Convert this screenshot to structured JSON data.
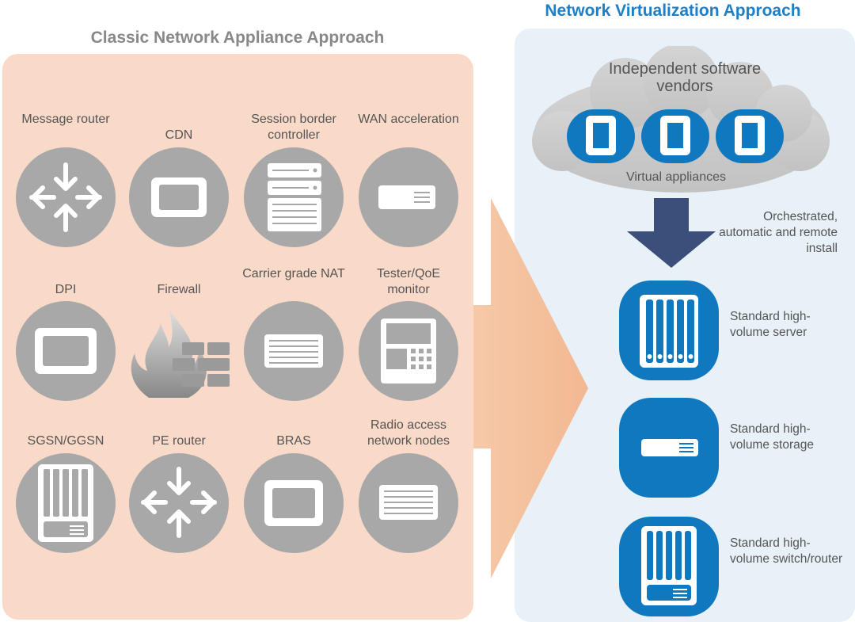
{
  "classic": {
    "title": "Classic Network Appliance Approach",
    "appliances": [
      {
        "label": "Message router",
        "icon": "router-arrows-icon"
      },
      {
        "label": "CDN",
        "icon": "box-icon"
      },
      {
        "label": "Session border controller",
        "icon": "stacked-server-icon"
      },
      {
        "label": "WAN acceleration",
        "icon": "small-server-icon"
      },
      {
        "label": "DPI",
        "icon": "box-icon"
      },
      {
        "label": "Firewall",
        "icon": "firewall-icon"
      },
      {
        "label": "Carrier grade NAT",
        "icon": "rack-unit-icon"
      },
      {
        "label": "Tester/QoE monitor",
        "icon": "tester-icon"
      },
      {
        "label": "SGSN/GGSN",
        "icon": "blade-server-icon"
      },
      {
        "label": "PE router",
        "icon": "router-arrows-icon"
      },
      {
        "label": "BRAS",
        "icon": "box-icon"
      },
      {
        "label": "Radio access network nodes",
        "icon": "rack-unit-icon"
      }
    ]
  },
  "virtualization": {
    "title": "Network Virtualization Approach",
    "cloud_label": "Independent software vendors",
    "virtual_label": "Virtual appliances",
    "install_label": "Orchestrated, automatic and remote install",
    "standard": [
      {
        "label": "Standard high-volume server",
        "icon": "blade-server-icon"
      },
      {
        "label": "Standard high-volume storage",
        "icon": "storage-icon"
      },
      {
        "label": "Standard high-volume switch/router",
        "icon": "blade-switch-icon"
      }
    ]
  },
  "colors": {
    "left_panel": "#f9d9c8",
    "right_panel": "#e8f0f8",
    "accent_blue": "#1078be",
    "title_blue": "#1c7fc8",
    "arrow_navy": "#3b4f7a",
    "circle_gray": "#a8a8a8"
  }
}
